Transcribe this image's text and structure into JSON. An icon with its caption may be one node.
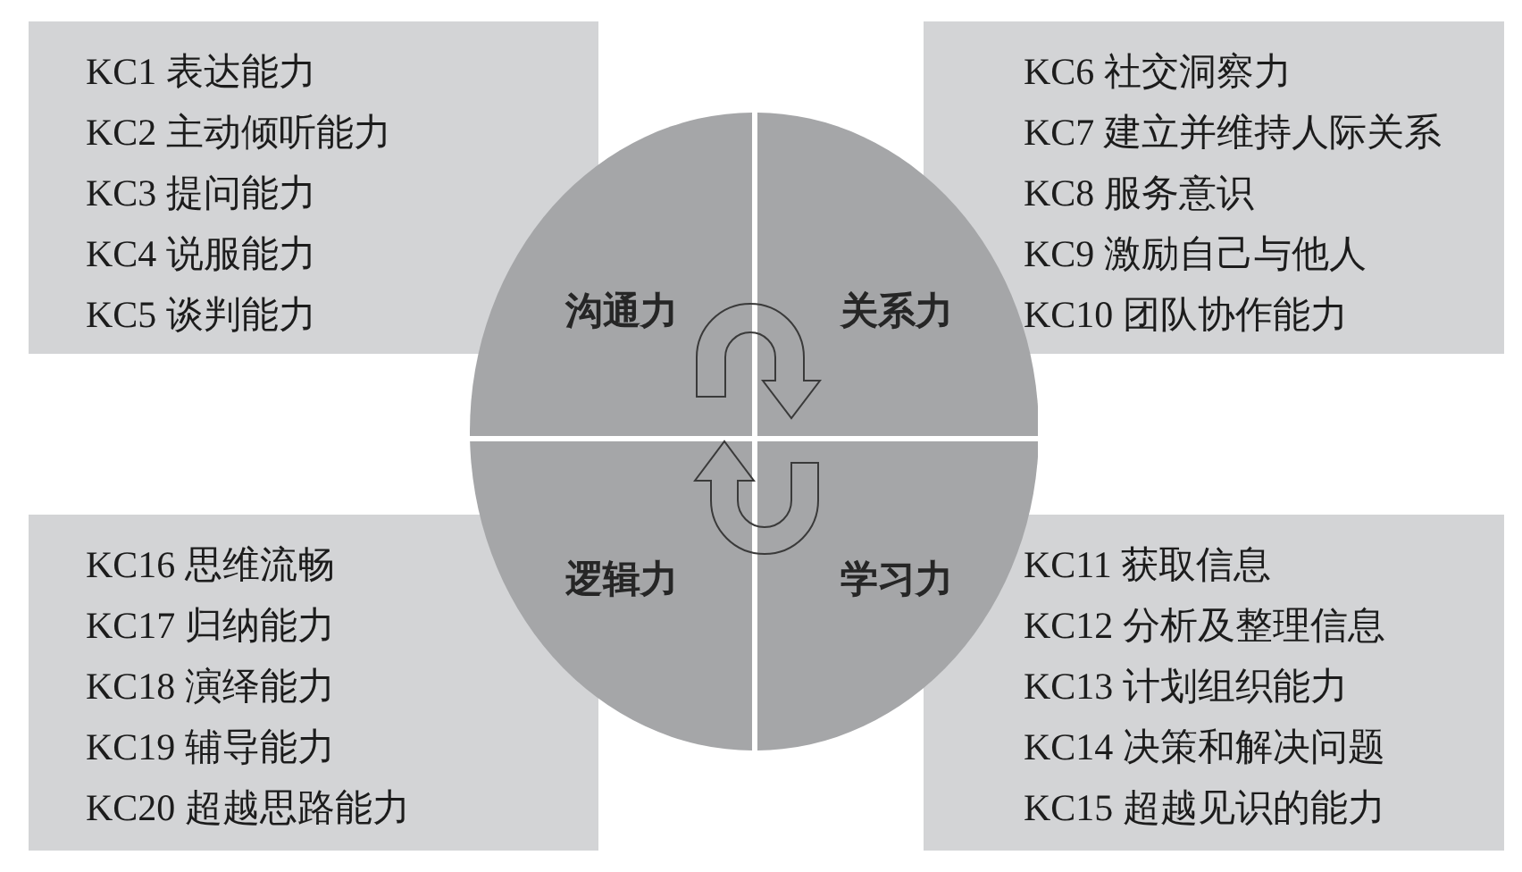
{
  "diagram": {
    "nodes": [
      {
        "text": [
          "KC1 表达能力",
          "KC2 主动倾听能力",
          "KC3 提问能力",
          "KC4 说服能力",
          "KC5 谈判能力"
        ]
      },
      {
        "text": [
          "KC6 社交洞察力",
          "KC7 建立并维持人际关系",
          "KC8 服务意识",
          "KC9 激励自己与他人",
          "KC10 团队协作能力"
        ]
      },
      {
        "text": [
          "沟通力"
        ]
      },
      {
        "text": [
          "关系力"
        ]
      },
      {
        "text": [
          "逻辑力"
        ]
      },
      {
        "text": [
          "学习力"
        ]
      },
      {
        "text": [
          "KC16 思维流畅",
          "KC17 归纳能力",
          "KC18 演绎能力",
          "KC19 辅导能力",
          "KC20 超越思路能力"
        ]
      },
      {
        "text": [
          "KC11 获取信息",
          "KC12 分析及整理信息",
          "KC13 计划组织能力",
          "KC14 决策和解决问题",
          "KC15 超越见识的能力"
        ]
      }
    ]
  }
}
